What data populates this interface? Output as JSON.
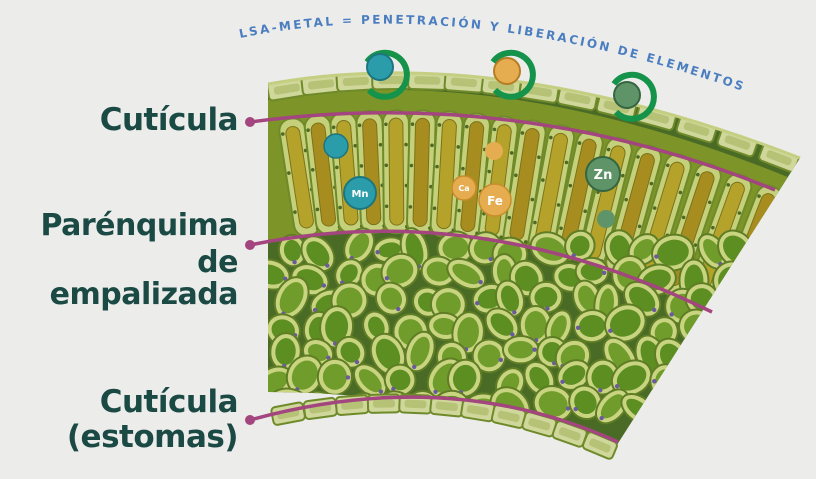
{
  "arc_title": "LSA-METAL = PENETRACIÓN Y LIBERACIÓN DE ELEMENTOS",
  "labels": {
    "cuticle_top": "Cutícula",
    "palisade_line1": "Parénquima",
    "palisade_line2": "de empalizada",
    "cuticle_bottom_line1": "Cutícula",
    "cuticle_bottom_line2": "(estomas)"
  },
  "elements": {
    "mn": "Mn",
    "ca": "Ca",
    "fe": "Fe",
    "zn": "Zn"
  },
  "colors": {
    "background": "#ececeb",
    "label_text": "#1b4a44",
    "pointer": "#a3457e",
    "arc_title": "#4a7ec0",
    "ring": "#16934a",
    "teal": "#2b9daa",
    "amber": "#e6ad50",
    "green_ball": "#5e9468"
  }
}
